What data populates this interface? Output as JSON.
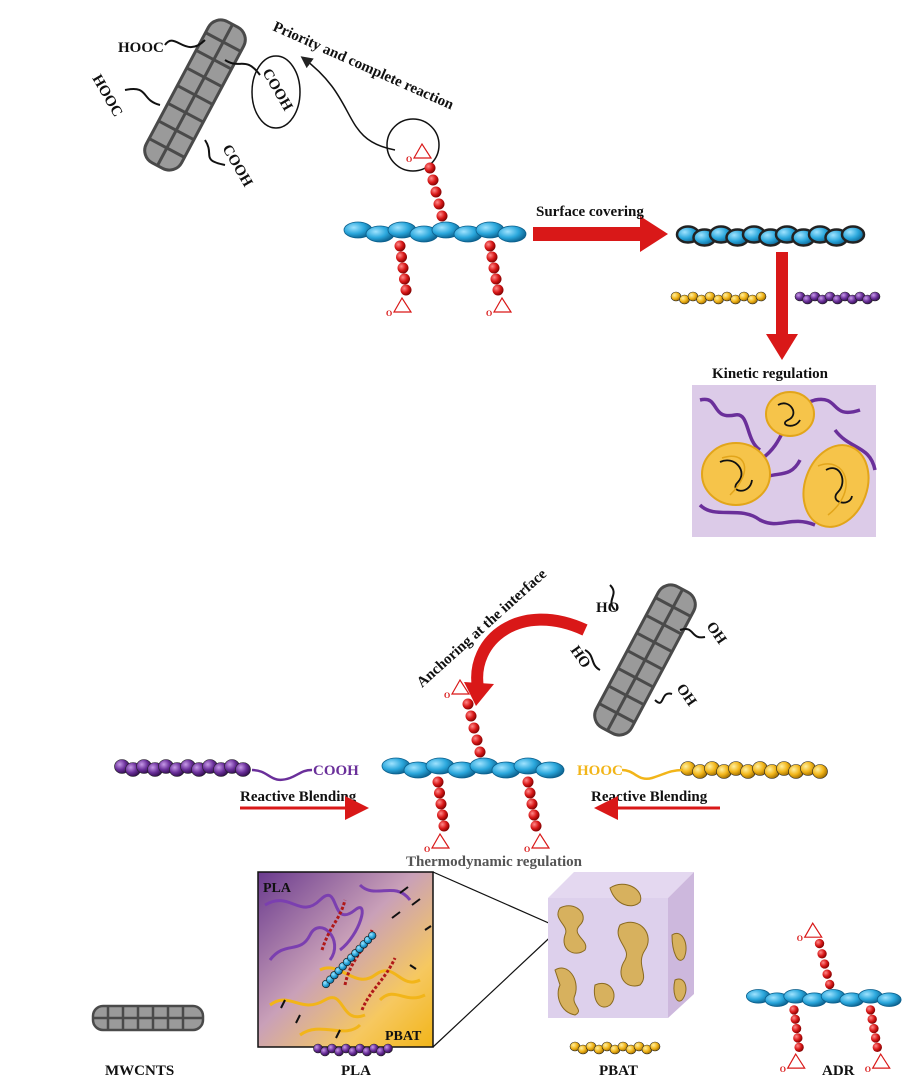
{
  "top": {
    "cnt_groups": [
      "HOOC",
      "COOH",
      "HOOC",
      "COOH"
    ],
    "highlight_group": "COOH",
    "reaction_label": "Priority and complete reaction",
    "arrow_label": "Surface covering",
    "kinetic_label": "Kinetic regulation"
  },
  "middle": {
    "anchoring_label": "Anchoring at the interface",
    "cnt_groups": [
      "HO",
      "OH",
      "HO",
      "OH"
    ],
    "pla_end_group": "COOH",
    "pbat_end_group": "HOOC",
    "left_blend_label": "Reactive Blending",
    "right_blend_label": "Reactive Blending",
    "thermo_label": "Thermodynamic regulation",
    "inset_top_label": "PLA",
    "inset_bottom_label": "PBAT"
  },
  "legend": {
    "mwcnts": "MWCNTS",
    "pla": "PLA",
    "pbat": "PBAT",
    "adr": "ADR"
  },
  "epoxy_label": "O",
  "colors": {
    "cyan": "#2aa7dc",
    "red": "#d91818",
    "purple": "#6a2f9a",
    "gold": "#f2b519",
    "lavender": "#dccbe8",
    "grey": "#8a8a8a"
  }
}
